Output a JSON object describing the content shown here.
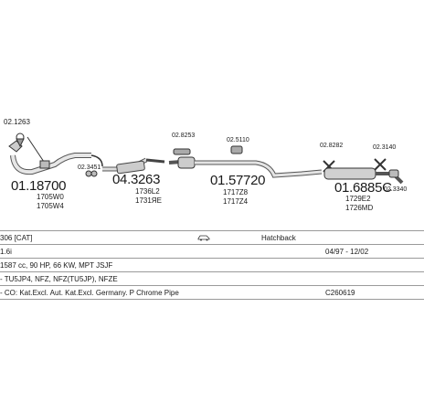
{
  "parts": {
    "small_top_left": "02.1263",
    "front_pipe": "01.18700",
    "front_pipe_sub1": "1705W0",
    "front_pipe_sub2": "1705W4",
    "clamp1": "02.3451",
    "intermediate": "04.3263",
    "intermediate_sub1": "1736L2",
    "intermediate_sub2": "1731ЯE",
    "hanger1": "02.8253",
    "hanger2": "02.5110",
    "center_silencer": "01.57720",
    "center_sub1": "1717Z8",
    "center_sub2": "1717Z4",
    "hanger3": "02.8282",
    "hanger4": "02.3140",
    "rear_silencer": "01.6885C",
    "rear_sub1": "1729E2",
    "rear_sub2": "1726MD",
    "hanger5": "02.3340"
  },
  "info": {
    "model": "306 [CAT]",
    "body": "Hatchback",
    "engine": "1.6i",
    "dates": "04/97 - 12/02",
    "power": "1587 cc, 90 HP, 66 KW, MPT JSJF",
    "engine_codes": "- TU5JP4, NFZ, NFZ(TU5JP), NFZE",
    "notes": "- CO: Kat.Excl. Aut. Kat.Excl. Germany. P Chrome Pipe",
    "code": "C260619"
  },
  "icons": {
    "car": "car-icon"
  }
}
